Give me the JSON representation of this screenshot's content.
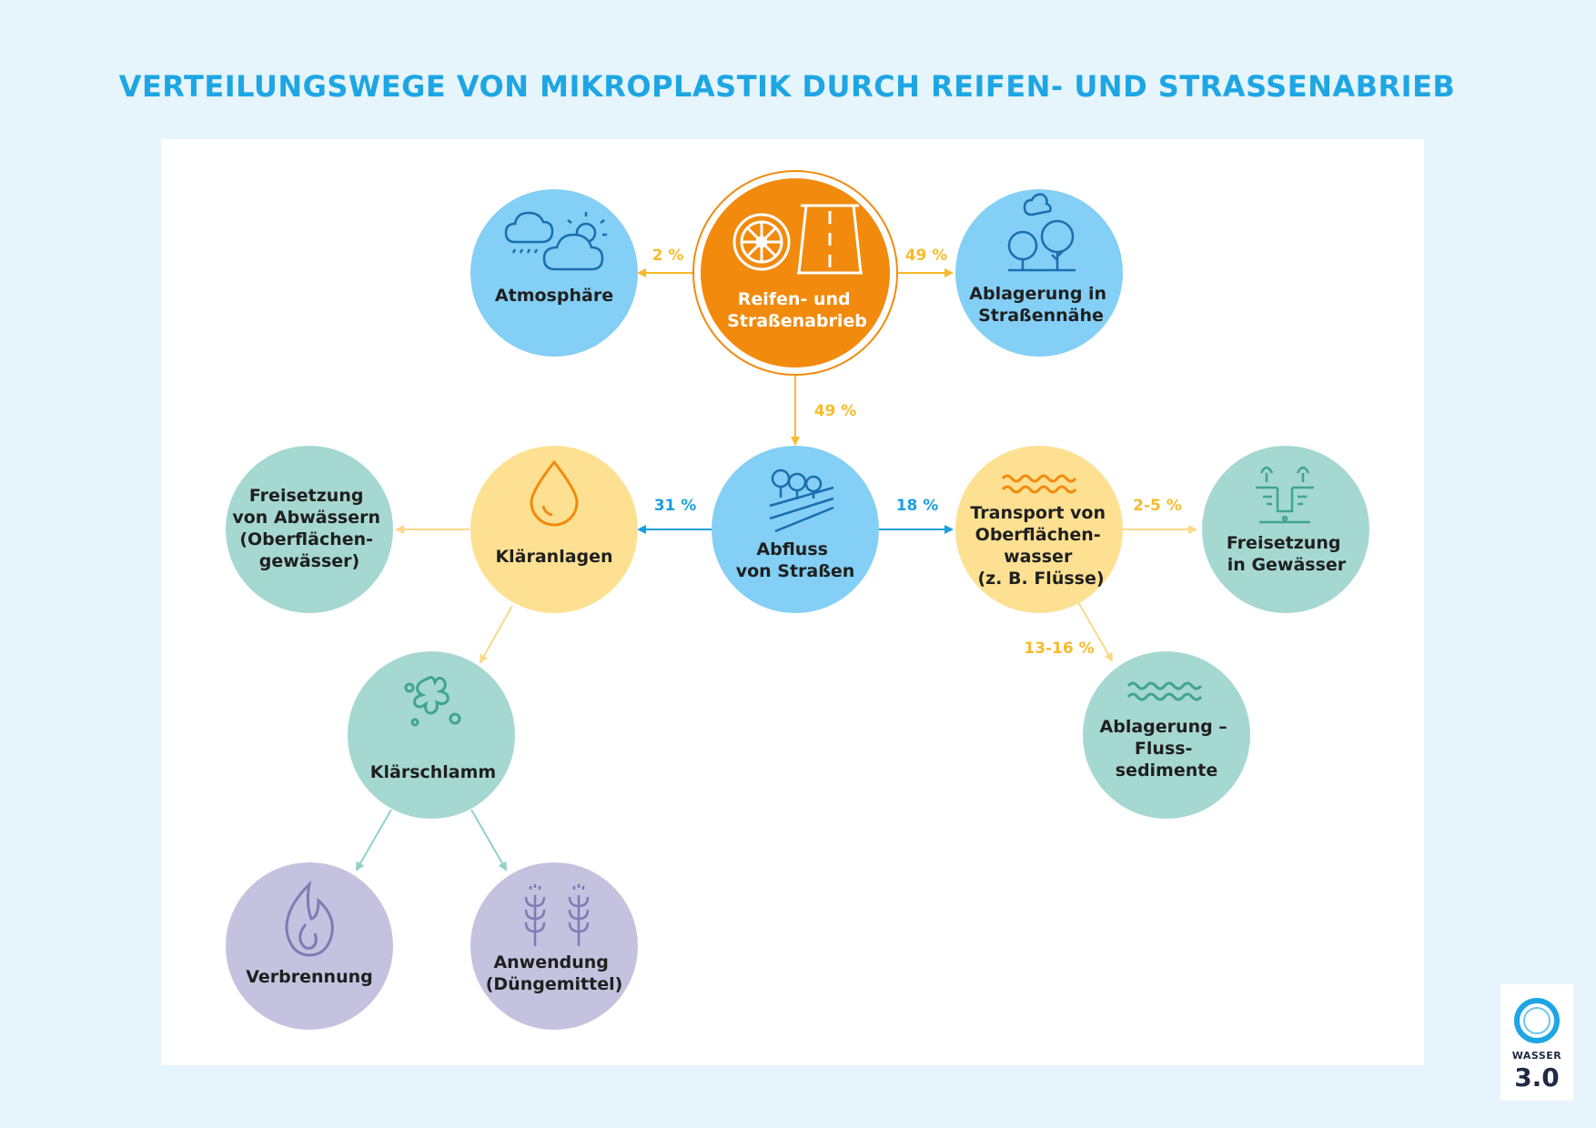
{
  "title": "VERTEILUNGSWEGE VON MIKROPLASTIK DURCH REIFEN- UND STRASSENABRIEB",
  "colors": {
    "orange": "#f28a0e",
    "blue": "#83cff5",
    "yellow": "#fde091",
    "teal": "#a5d8d0",
    "purple": "#c4c2de",
    "arrow_yellow": "#f7bb2b",
    "arrow_blue": "#1a9fdc",
    "arrow_teal": "#8fd3c6",
    "title": "#1da6e3"
  },
  "nodes": {
    "source": {
      "lines": [
        "Reifen- und",
        "Straßenabrieb"
      ],
      "icons": [
        "tire-icon",
        "road-icon"
      ]
    },
    "atmosphere": {
      "lines": [
        "Atmosphäre"
      ],
      "icon": "weather-icon"
    },
    "roadside": {
      "lines": [
        "Ablagerung in",
        "Straßennähe"
      ],
      "icon": "trees-icon"
    },
    "runoff": {
      "lines": [
        "Abfluss",
        "von Straßen"
      ],
      "icon": "road-runoff-icon"
    },
    "treatment": {
      "lines": [
        "Kläranlagen"
      ],
      "icon": "water-drop-icon"
    },
    "wastewater": {
      "lines": [
        "Freisetzung",
        "von Abwässern",
        "(Oberflächen-",
        "gewässer)"
      ]
    },
    "surface": {
      "lines": [
        "Transport von",
        "Oberflächen-",
        "wasser",
        "(z. B. Flüsse)"
      ],
      "icon": "waves-icon"
    },
    "release": {
      "lines": [
        "Freisetzung",
        "in Gewässer"
      ],
      "icon": "outflow-icon"
    },
    "sediment": {
      "lines": [
        "Ablagerung –",
        "Fluss-",
        "sedimente"
      ],
      "icon": "waves-icon"
    },
    "sludge": {
      "lines": [
        "Klärschlamm"
      ],
      "icon": "splash-icon"
    },
    "incineration": {
      "lines": [
        "Verbrennung"
      ],
      "icon": "flame-icon"
    },
    "fertilizer": {
      "lines": [
        "Anwendung",
        "(Düngemittel)"
      ],
      "icon": "wheat-icon"
    }
  },
  "edges": {
    "to_atmosphere": "2 %",
    "to_roadside": "49 %",
    "to_runoff": "49 %",
    "to_treatment": "31 %",
    "to_surface": "18 %",
    "to_release": "2-5 %",
    "to_sediment": "13-16 %"
  },
  "logo": {
    "brand": "WASSER",
    "version": "3.0"
  }
}
